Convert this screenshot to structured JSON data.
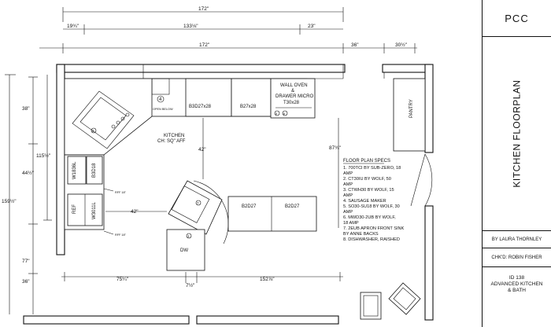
{
  "title_block": {
    "firm": "PCC",
    "drawing_title": "KITCHEN FLOORPLAN",
    "drawn_by": "BY LAURA THORNLEY",
    "checked_by": "CHK'D: ROBIN FISHER",
    "sheet_id": "ID 138",
    "course_line1": "ADVANCED KITCHEN",
    "course_line2": "& BATH"
  },
  "dimensions": {
    "top_overall": "172\"",
    "top_left": "19¾\"",
    "top_middle": "133⅛\"",
    "top_right": "23\"",
    "top_inner": "172\"",
    "top_gap": "36\"",
    "top_pantry": "30½\"",
    "left_upper": "38\"",
    "left_mid": "44½\"",
    "left_total": "115½\"",
    "left_overall": "159½\"",
    "left_lower": "77\"",
    "left_bottom": "36\"",
    "right_vertical": "87¾\"",
    "island_top": "42\"",
    "island_left": "42\"",
    "bottom_left": "75¼\"",
    "bottom_mid": "7½\"",
    "bottom_right": "152⅞\""
  },
  "labels": {
    "wall_oven_1": "WALL OVEN",
    "wall_oven_2": "&",
    "wall_oven_3": "DRAWER MICRO",
    "wall_oven_4": "T30x28",
    "cab_1": "B3D27x28",
    "cab_2": "B27x28",
    "open_below": "OPEN BELOW",
    "pantry": "PANTRY",
    "kitchen_1": "KITCHEN",
    "kitchen_2": "CH: SQ\" AFF",
    "w1": "W1836L",
    "b1": "B3D18",
    "rf": "REF",
    "w2": "W3011L",
    "aff1": "RFF 18\"",
    "aff2": "RFF 18\"",
    "island_cab_1": "B2D27",
    "island_cab_2": "B2D27",
    "dw": "DW",
    "badge_4": "4",
    "badge_5": "5",
    "badge_6": "6",
    "badge_1": "1",
    "badge_2": "2",
    "badge_7": "7"
  },
  "specs": {
    "heading": "FLOOR PLAN SPECS",
    "lines": [
      "1. 700TCI BY SUB-ZERO, 18",
      "AMP",
      "2. CT30IU BY WOLF, 50",
      "AMP",
      "3. CTWH30 BY WOLF, 15",
      "AMP",
      "4. SAUSAGE MAKER",
      "5. SO30-SU18 BY WOLF, 30",
      "AMP",
      "6. MWD30-2UB BY WOLF,",
      "18 AMP",
      "7. 2EUB APRON FRONT SINK",
      "BY ANNE BACKS",
      "8. DISHWASHER, RAISHED"
    ]
  }
}
